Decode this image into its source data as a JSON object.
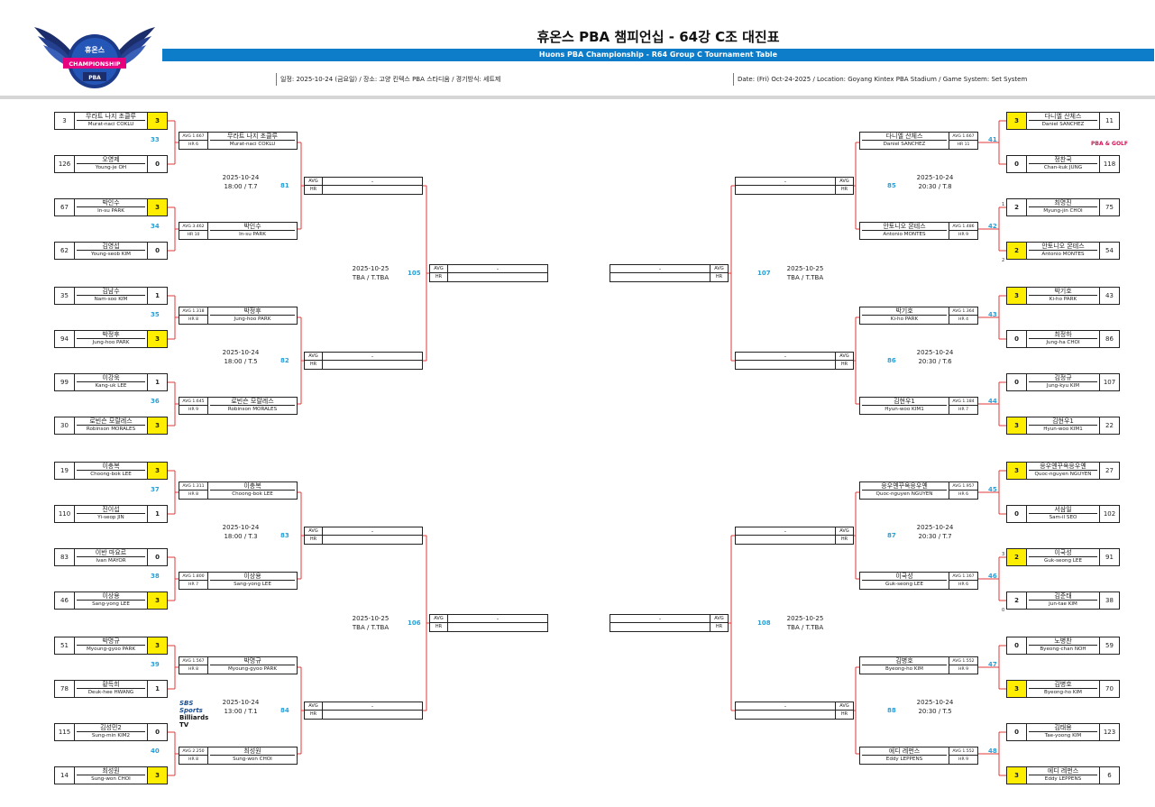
{
  "header": {
    "title_ko": "휴온스 PBA 챔피언십 - 64강 C조 대진표",
    "title_en": "Huons PBA Championship - R64 Group C Tournament Table",
    "info_ko": "일정: 2025-10-24 (금요일) / 장소: 고양 킨텍스 PBA 스타디움 / 경기방식: 세트제",
    "info_en": "Date: (Fri) Oct-24-2025 / Location: Goyang Kintex PBA Stadium / Game System: Set System"
  },
  "logo": {
    "brand": "휴온스",
    "line1": "CHAMPIONSHIP",
    "line2": "PBA"
  },
  "sponsors": {
    "sbs_line1": "SBS Sports",
    "sbs_line2": "Billiards TV",
    "pba_golf": "PBA & GOLF"
  },
  "labels": {
    "avg": "AVG",
    "hr": "HR",
    "dash": "-"
  },
  "colors": {
    "accent_blue": "#0d7cc9",
    "match_number": "#2a9fd6",
    "winner_score": "#ffee00",
    "bracket_line": "#e03a3a"
  },
  "r64": [
    {
      "seed": "3",
      "ko": "무라트 나지 초클루",
      "en": "Murat-naci COKLU",
      "score": "3",
      "win": true
    },
    {
      "seed": "126",
      "ko": "오영제",
      "en": "Young-je OH",
      "score": "0",
      "win": false
    },
    {
      "seed": "67",
      "ko": "박인수",
      "en": "In-su PARK",
      "score": "3",
      "win": true
    },
    {
      "seed": "62",
      "ko": "김영섭",
      "en": "Young-seob KIM",
      "score": "0",
      "win": false
    },
    {
      "seed": "35",
      "ko": "김남수",
      "en": "Nam-soo KIM",
      "score": "1",
      "win": false
    },
    {
      "seed": "94",
      "ko": "박정후",
      "en": "Jung-hoo PARK",
      "score": "3",
      "win": true
    },
    {
      "seed": "99",
      "ko": "이강욱",
      "en": "Kang-uk LEE",
      "score": "1",
      "win": false
    },
    {
      "seed": "30",
      "ko": "로빈슨 모랄레스",
      "en": "Robinson MORALES",
      "score": "3",
      "win": true
    },
    {
      "seed": "19",
      "ko": "이충복",
      "en": "Choong-bok LEE",
      "score": "3",
      "win": true
    },
    {
      "seed": "110",
      "ko": "진이섭",
      "en": "Yi-seop JIN",
      "score": "1",
      "win": false
    },
    {
      "seed": "83",
      "ko": "이반 마요르",
      "en": "Ivan MAYOR",
      "score": "0",
      "win": false
    },
    {
      "seed": "46",
      "ko": "이상용",
      "en": "Sang-yong LEE",
      "score": "3",
      "win": true
    },
    {
      "seed": "51",
      "ko": "박명규",
      "en": "Myoung-gyoo PARK",
      "score": "3",
      "win": true
    },
    {
      "seed": "78",
      "ko": "황득희",
      "en": "Deuk-hee HWANG",
      "score": "1",
      "win": false
    },
    {
      "seed": "115",
      "ko": "김성민2",
      "en": "Sung-min KIM2",
      "score": "0",
      "win": false
    },
    {
      "seed": "14",
      "ko": "최성원",
      "en": "Sung-won CHOI",
      "score": "3",
      "win": true
    },
    {
      "seed": "11",
      "ko": "다니엘 산체스",
      "en": "Daniel SANCHEZ",
      "score": "3",
      "win": true
    },
    {
      "seed": "118",
      "ko": "정찬국",
      "en": "Chan-kuk JUNG",
      "score": "0",
      "win": false
    },
    {
      "seed": "75",
      "ko": "최명진",
      "en": "Myung-jin CHOI",
      "score": "2",
      "win": false
    },
    {
      "seed": "54",
      "ko": "안토니오 몬테스",
      "en": "Antonio MONTES",
      "score": "2",
      "win": true
    },
    {
      "seed": "43",
      "ko": "박기호",
      "en": "Ki-ho PARK",
      "score": "3",
      "win": true
    },
    {
      "seed": "86",
      "ko": "최정하",
      "en": "Jung-ha CHOI",
      "score": "0",
      "win": false
    },
    {
      "seed": "107",
      "ko": "김정규",
      "en": "Jung-kyu KIM",
      "score": "0",
      "win": false
    },
    {
      "seed": "22",
      "ko": "김현우1",
      "en": "Hyun-woo KIM1",
      "score": "3",
      "win": true
    },
    {
      "seed": "27",
      "ko": "응우옌꾸옥응우옌",
      "en": "Quoc-nguyen NGUYEN",
      "score": "3",
      "win": true
    },
    {
      "seed": "102",
      "ko": "서삼일",
      "en": "Sam-il SEO",
      "score": "0",
      "win": false
    },
    {
      "seed": "91",
      "ko": "이국성",
      "en": "Guk-seong LEE",
      "score": "2",
      "win": true
    },
    {
      "seed": "38",
      "ko": "김준태",
      "en": "Jun-tae KIM",
      "score": "2",
      "win": false
    },
    {
      "seed": "59",
      "ko": "노병찬",
      "en": "Byeong-chan NOH",
      "score": "0",
      "win": false
    },
    {
      "seed": "70",
      "ko": "김병호",
      "en": "Byeong-ho KIM",
      "score": "3",
      "win": true
    },
    {
      "seed": "123",
      "ko": "김태용",
      "en": "Tae-yoong KIM",
      "score": "0",
      "win": false
    },
    {
      "seed": "6",
      "ko": "에디 레펀스",
      "en": "Eddy LEPPENS",
      "score": "3",
      "win": true
    }
  ],
  "tiebreaks": [
    {
      "value": "1"
    },
    {
      "value": "2"
    },
    {
      "value": "3"
    },
    {
      "value": "0"
    }
  ],
  "r64_match_numbers": [
    "33",
    "34",
    "35",
    "36",
    "37",
    "38",
    "39",
    "40",
    "41",
    "42",
    "43",
    "44",
    "45",
    "46",
    "47",
    "48"
  ],
  "r32": [
    {
      "ko": "무라트 나지 초클루",
      "en": "Murat-naci COKLU",
      "avg": "AVG 1.667",
      "hr": "HR 6"
    },
    {
      "ko": "박인수",
      "en": "In-su PARK",
      "avg": "AVG 3.462",
      "hr": "HR 10"
    },
    {
      "ko": "박정후",
      "en": "Jung-hoo PARK",
      "avg": "AVG 1.318",
      "hr": "HR 8"
    },
    {
      "ko": "로빈슨 모랄레스",
      "en": "Robinson MORALES",
      "avg": "AVG 1.645",
      "hr": "HR 9"
    },
    {
      "ko": "이충복",
      "en": "Choong-bok LEE",
      "avg": "AVG 1.311",
      "hr": "HR 8"
    },
    {
      "ko": "이상용",
      "en": "Sang-yong LEE",
      "avg": "AVG 1.800",
      "hr": "HR 7"
    },
    {
      "ko": "박명규",
      "en": "Myoung-gyoo PARK",
      "avg": "AVG 1.567",
      "hr": "HR 8"
    },
    {
      "ko": "최성원",
      "en": "Sung-won CHOI",
      "avg": "AVG 2.250",
      "hr": "HR 8"
    },
    {
      "ko": "다니엘 산체스",
      "en": "Daniel SANCHEZ",
      "avg": "AVG 1.667",
      "hr": "HR 11"
    },
    {
      "ko": "안토니오 몬테스",
      "en": "Antonio MONTES",
      "avg": "AVG 1.486",
      "hr": "HR 9"
    },
    {
      "ko": "박기호",
      "en": "Ki-ho PARK",
      "avg": "AVG 1.364",
      "hr": "HR 4"
    },
    {
      "ko": "김현우1",
      "en": "Hyun-woo KIM1",
      "avg": "AVG 1.184",
      "hr": "HR 7"
    },
    {
      "ko": "응우옌꾸옥응우옌",
      "en": "Quoc-nguyen NGUYEN",
      "avg": "AVG 1.957",
      "hr": "HR 6"
    },
    {
      "ko": "이국성",
      "en": "Guk-seong LEE",
      "avg": "AVG 1.167",
      "hr": "HR 6"
    },
    {
      "ko": "김병호",
      "en": "Byeong-ho KIM",
      "avg": "AVG 1.552",
      "hr": "HR 9"
    },
    {
      "ko": "에디 레펀스",
      "en": "Eddy LEPPENS",
      "avg": "AVG 1.552",
      "hr": "HR 9"
    }
  ],
  "r32_matches": [
    {
      "no": "81",
      "date": "2025-10-24",
      "time": "18:00 / T.7"
    },
    {
      "no": "82",
      "date": "2025-10-24",
      "time": "18:00 / T.5"
    },
    {
      "no": "83",
      "date": "2025-10-24",
      "time": "18:00 / T.3"
    },
    {
      "no": "84",
      "date": "2025-10-24",
      "time": "13:00 / T.1"
    },
    {
      "no": "85",
      "date": "2025-10-24",
      "time": "20:30 / T.8"
    },
    {
      "no": "86",
      "date": "2025-10-24",
      "time": "20:30 / T.6"
    },
    {
      "no": "87",
      "date": "2025-10-24",
      "time": "20:30 / T.7"
    },
    {
      "no": "88",
      "date": "2025-10-24",
      "time": "20:30 / T.5"
    }
  ],
  "r16_matches": [
    {
      "no": "105",
      "date": "2025-10-25",
      "time": "TBA / T.TBA"
    },
    {
      "no": "106",
      "date": "2025-10-25",
      "time": "TBA / T.TBA"
    },
    {
      "no": "107",
      "date": "2025-10-25",
      "time": "TBA / T.TBA"
    },
    {
      "no": "108",
      "date": "2025-10-25",
      "time": "TBA / T.TBA"
    }
  ]
}
